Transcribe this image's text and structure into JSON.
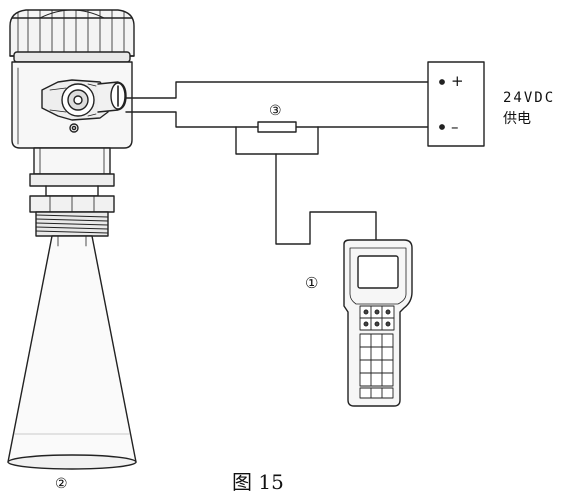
{
  "labels": {
    "supply_voltage": "24VDC",
    "supply_name": "供电",
    "plus": "+",
    "minus": "–",
    "marker_handheld": "①",
    "marker_horn": "②",
    "marker_resistor": "③",
    "figure_caption": "图 15"
  }
}
